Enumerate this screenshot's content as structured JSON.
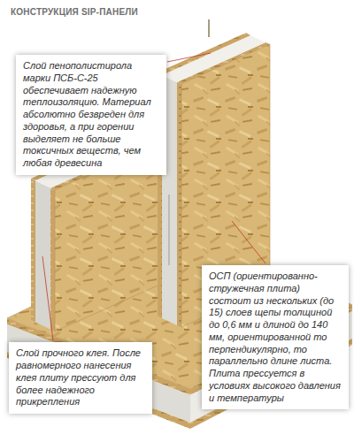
{
  "diagram": {
    "title": "КОНСТРУКЦИЯ SIP-ПАНЕЛИ",
    "nodes": [
      {
        "text": [
          "Слой пенополистирола марки ПСБ-С-25 обеспечивает надежную теплоизоляцию. Материал абсолютно безвреден для здоровья, а при горении выделяет не больше токсичных веществ, чем любая древесина"
        ]
      },
      {
        "text": [
          "ОСП (ориентированно-стружечная плита) состоит из нескольких (до 15) слоев щепы толщиной до 0,6 мм и длиной до 140 мм, ориентированной то перпендикулярно, то параллельно длине листа. Плита прессуется в условиях высокого давления и температуры"
        ]
      },
      {
        "text": [
          "Слой прочного клея. После равномерного нанесения клея плиту прессуют для более надежного прикрепления"
        ]
      }
    ]
  }
}
